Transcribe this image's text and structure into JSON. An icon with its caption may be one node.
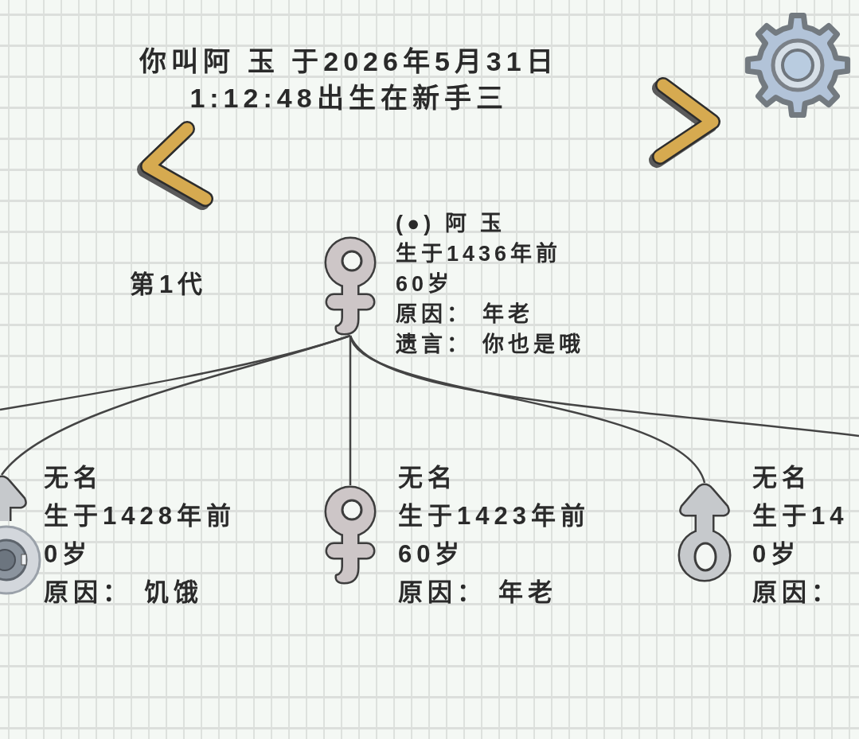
{
  "diagram": {
    "title": "你叫阿 玉 于2026年5月31日 1:12:48出生在新手三",
    "nodes": [
      {
        "text": [],
        "shape": "female",
        "beside": [
          "(●) 阿 玉",
          "生于1436年前",
          "60岁",
          "原因： 年老",
          "遗言： 你也是哦"
        ]
      },
      {
        "text": [],
        "shape": "male",
        "beside": [
          "无名",
          "生于1428年前",
          "0岁",
          "原因： 饥饿"
        ]
      },
      {
        "text": [],
        "shape": "female",
        "beside": [
          "无名",
          "生于1423年前",
          "60岁",
          "原因： 年老"
        ]
      },
      {
        "text": [],
        "shape": "male",
        "beside": [
          "无名",
          "生于14",
          "0岁",
          "原因："
        ]
      }
    ],
    "edges": [
      {
        "from": 0,
        "to": null,
        "arrow": "none"
      },
      {
        "from": 0,
        "to": 1,
        "arrow": "none"
      },
      {
        "from": 0,
        "to": 2,
        "arrow": "none"
      },
      {
        "from": 0,
        "to": 3,
        "arrow": "none"
      },
      {
        "from": 0,
        "to": null,
        "arrow": "none"
      }
    ],
    "labels": [
      "第1代"
    ]
  }
}
